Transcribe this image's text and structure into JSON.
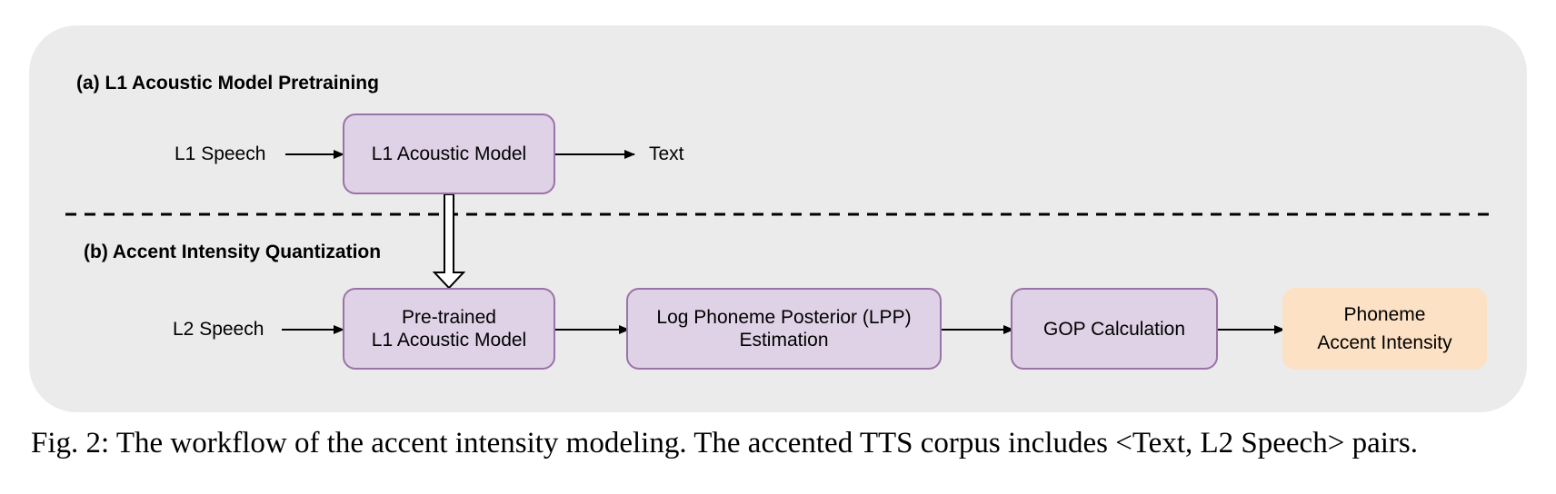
{
  "section_a": {
    "title": "(a) L1 Acoustic Model Pretraining",
    "input_label": "L1 Speech",
    "model_label": "L1 Acoustic Model",
    "output_label": "Text"
  },
  "section_b": {
    "title": "(b) Accent Intensity Quantization",
    "input_label": "L2 Speech",
    "pretrained_model": {
      "line1": "Pre-trained",
      "line2": "L1 Acoustic Model"
    },
    "lpp": {
      "line1": "Log Phoneme Posterior (LPP)",
      "line2": "Estimation"
    },
    "gop": "GOP Calculation",
    "output": {
      "line1": "Phoneme",
      "line2": "Accent Intensity"
    }
  },
  "colors": {
    "panel_background": "#ebebeb",
    "model_fill": "#e0d2e6",
    "model_border": "#9a73a8",
    "output_fill": "#fde1c4"
  },
  "caption": "Fig. 2: The workflow of the accent intensity modeling. The accented TTS corpus includes <Text, L2 Speech> pairs."
}
